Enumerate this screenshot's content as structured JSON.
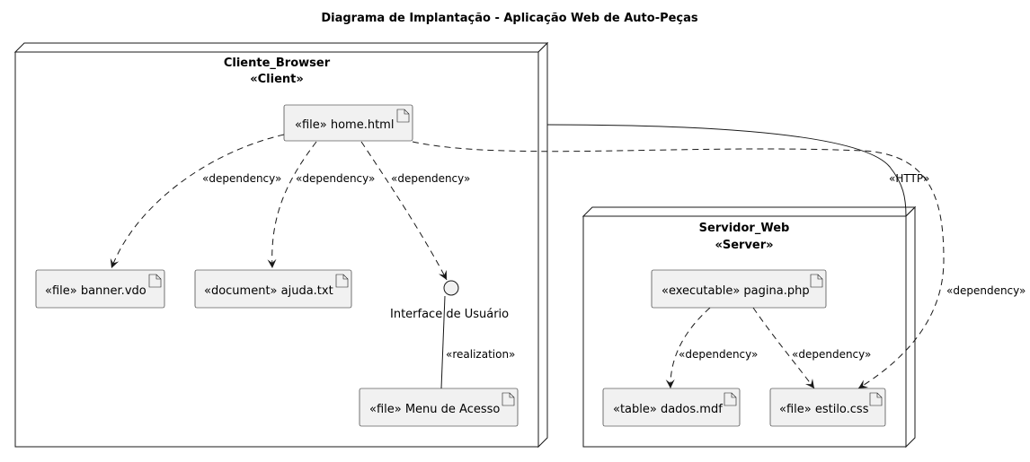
{
  "diagram": {
    "title": "Diagrama de Implantação - Aplicação Web de Auto-Peças",
    "nodes": {
      "client": {
        "name": "Cliente_Browser",
        "stereotype": "«Client»"
      },
      "server": {
        "name": "Servidor_Web",
        "stereotype": "«Server»"
      }
    },
    "artifacts": {
      "home": "«file» home.html",
      "banner": "«file» banner.vdo",
      "ajuda": "«document» ajuda.txt",
      "menu": "«file» Menu de Acesso",
      "pagina": "«executable» pagina.php",
      "dados": "«table» dados.mdf",
      "estilo": "«file» estilo.css"
    },
    "interface": {
      "name": "Interface de Usuário"
    },
    "edges": {
      "home_banner": "«dependency»",
      "home_ajuda": "«dependency»",
      "home_interface": "«dependency»",
      "interface_menu": "«realization»",
      "home_estilo": "«dependency»",
      "client_server": "«HTTP»",
      "pagina_dados": "«dependency»",
      "pagina_estilo": "«dependency»"
    }
  }
}
